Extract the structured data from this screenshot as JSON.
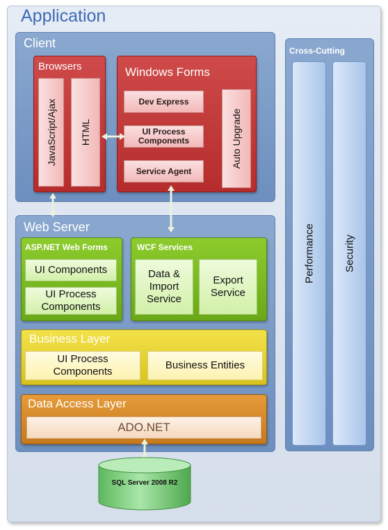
{
  "app": {
    "title": "Application"
  },
  "client": {
    "title": "Client",
    "browsers": {
      "title": "Browsers",
      "items": [
        "JavaScript/Ajax",
        "HTML"
      ]
    },
    "windows_forms": {
      "title": "Windows Forms",
      "items": [
        "Dev Express",
        "UI Process Components",
        "Service Agent"
      ],
      "side_item": "Auto Upgrade"
    }
  },
  "web_server": {
    "title": "Web Server",
    "asp_net": {
      "title": "ASP.NET Web Forms",
      "items": [
        "UI Components",
        "UI Process Components"
      ]
    },
    "wcf": {
      "title": "WCF Services",
      "items": [
        "Data & Import Service",
        "Export Service"
      ]
    },
    "business_layer": {
      "title": "Business Layer",
      "items": [
        "UI Process Components",
        "Business Entities"
      ]
    },
    "data_access_layer": {
      "title": "Data Access Layer",
      "items": [
        "ADO.NET"
      ]
    }
  },
  "cross_cutting": {
    "title": "Cross-Cutting",
    "items": [
      "Performance",
      "Security"
    ]
  },
  "database": {
    "label": "SQL Server 2008 R2"
  },
  "colors": {
    "client_red": "#c03a3a",
    "web_green": "#7dbb22",
    "business_yellow": "#e6d22e",
    "data_orange": "#d98a2a",
    "container_blue": "#7a9bc8",
    "db_green": "#7ccf7c"
  }
}
